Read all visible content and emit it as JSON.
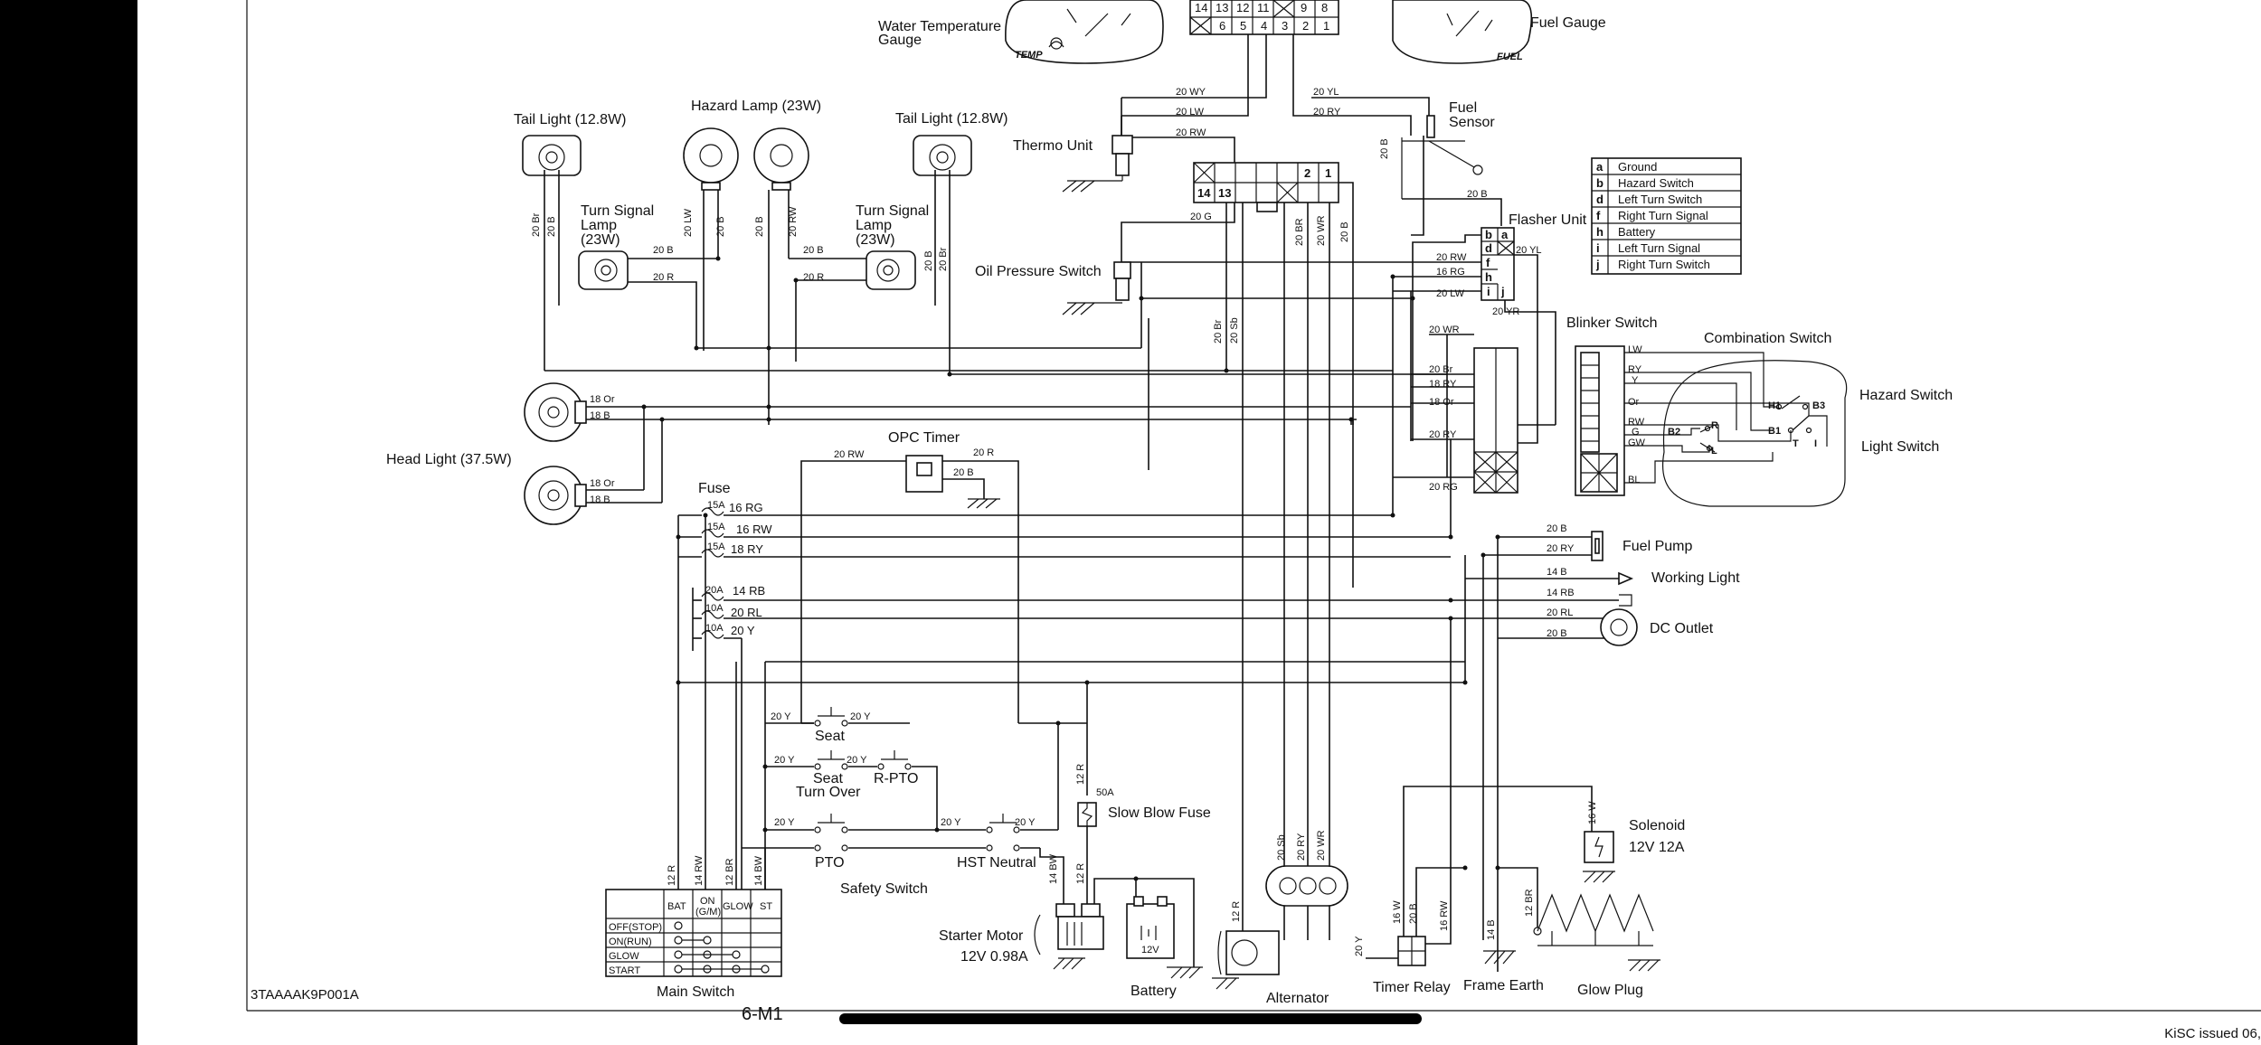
{
  "labels": {
    "water_temp_gauge_1": "Water Temperature",
    "water_temp_gauge_2": "Gauge",
    "fuel_gauge": "Fuel Gauge",
    "tail_light_left": "Tail Light (12.8W)",
    "hazard_lamp": "Hazard Lamp (23W)",
    "tail_light_right": "Tail Light (12.8W)",
    "thermo_unit": "Thermo Unit",
    "fuel_sensor_1": "Fuel",
    "fuel_sensor_2": "Sensor",
    "turn_lamp_left_1": "Turn Signal",
    "turn_lamp_left_2": "Lamp",
    "turn_lamp_left_3": "(23W)",
    "turn_lamp_right_1": "Turn Signal",
    "turn_lamp_right_2": "Lamp",
    "turn_lamp_right_3": "(23W)",
    "flasher_unit": "Flasher Unit",
    "oil_pressure_switch": "Oil Pressure Switch",
    "blinker_switch": "Blinker Switch",
    "combination_switch": "Combination Switch",
    "hazard_switch": "Hazard Switch",
    "light_switch": "Light Switch",
    "head_light": "Head Light (37.5W)",
    "opc_timer": "OPC Timer",
    "fuse": "Fuse",
    "fuel_pump": "Fuel Pump",
    "working_light": "Working Light",
    "dc_outlet": "DC Outlet",
    "seat": "Seat",
    "seat_turn_over_1": "Seat",
    "seat_turn_over_2": "Turn Over",
    "r_pto": "R-PTO",
    "pto": "PTO",
    "hst_neutral": "HST Neutral",
    "safety_switch": "Safety Switch",
    "slow_blow_fuse": "Slow Blow Fuse",
    "solenoid_1": "Solenoid",
    "solenoid_2": "12V 12A",
    "starter_motor_1": "Starter Motor",
    "starter_motor_2": "12V 0.98A",
    "battery": "Battery",
    "alternator": "Alternator",
    "timer_relay": "Timer Relay",
    "frame_earth": "Frame Earth",
    "glow_plug": "Glow Plug",
    "main_switch": "Main Switch",
    "battery_12v": "12V",
    "temp": "TEMP",
    "fuel": "FUEL",
    "fuse_50a": "50A"
  },
  "legend": [
    {
      "key": "a",
      "text": "Ground"
    },
    {
      "key": "b",
      "text": "Hazard Switch"
    },
    {
      "key": "d",
      "text": "Left Turn Switch"
    },
    {
      "key": "f",
      "text": "Right Turn Signal"
    },
    {
      "key": "h",
      "text": "Battery"
    },
    {
      "key": "i",
      "text": "Left Turn Signal"
    },
    {
      "key": "j",
      "text": "Right Turn Switch"
    }
  ],
  "connector_top": {
    "row1": [
      "14",
      "13",
      "12",
      "11",
      "",
      "9",
      "8"
    ],
    "row2": [
      "",
      "6",
      "5",
      "4",
      "3",
      "2",
      "1"
    ]
  },
  "main_switch_table": {
    "headers": [
      "BAT",
      "ON (G/M)",
      "GLOW",
      "ST"
    ],
    "on_top": "ON",
    "on_bottom": "(G/M)",
    "rows": [
      "OFF(STOP)",
      "ON(RUN)",
      "GLOW",
      "START"
    ]
  },
  "fuses": [
    {
      "rating": "15A",
      "wire": "16 RG"
    },
    {
      "rating": "15A",
      "wire": "16 RW"
    },
    {
      "rating": "15A",
      "wire": "18 RY"
    },
    {
      "rating": "20A",
      "wire": "14 RB"
    },
    {
      "rating": "10A",
      "wire": "20 RL"
    },
    {
      "rating": "10A",
      "wire": "20 Y"
    }
  ],
  "wires": {
    "wy": "20 WY",
    "lw_top": "20 LW",
    "rw_top": "20 RW",
    "yl_top": "20 YL",
    "ry_top": "20 RY",
    "b_fuel": "20 B",
    "b_fuel2": "20 B",
    "g": "20 G",
    "br_conn": "20 BR",
    "wr_conn": "20 WR",
    "b_conn": "20 B",
    "br_left": "20 Br",
    "b_left": "20 B",
    "lw_haz": "20 LW",
    "b_haz": "20 B",
    "b_haz2": "20 B",
    "rw_haz": "20 RW",
    "b_right": "20 B",
    "br_right": "20 Br",
    "b_turnl": "20 B",
    "r_turnl": "20 R",
    "b_turnr": "20 B",
    "r_turnr": "20 R",
    "rw_fl": "20 RW",
    "rg_fl": "16 RG",
    "lw_fl": "20 LW",
    "yl_fl": "20 YL",
    "yr_fl": "20 YR",
    "wr_bl": "20 WR",
    "br_bl": "20 Br",
    "ry_bl": "18 RY",
    "or_bl": "18 Or",
    "ry_bl2": "20 RY",
    "rg_bl": "20 RG",
    "br_mid": "20 Br",
    "sb_mid": "20 Sb",
    "or_h1": "18 Or",
    "b_h1": "18 B",
    "or_h2": "18 Or",
    "b_h2": "18 B",
    "rw_opc": "20 RW",
    "r_opc": "20 R",
    "b_opc": "20 B",
    "b_pump": "20 B",
    "ry_pump": "20 RY",
    "b_work": "14 B",
    "rb_work": "14 RB",
    "rl_dc": "20 RL",
    "b_dc": "20 B",
    "y_seat1": "20 Y",
    "y_seat2": "20 Y",
    "y_sto1": "20 Y",
    "y_sto2": "20 Y",
    "y_pto": "20 Y",
    "y_hst1": "20 Y",
    "y_hst2": "20 Y",
    "r_12": "12 R",
    "r_12b": "12 R",
    "r_12c": "12 R",
    "bw_14": "14 BW",
    "ms_r": "12 R",
    "ms_rw": "14 RW",
    "ms_br": "12 BR",
    "ms_bw": "14 BW",
    "sb_alt": "20 Sb",
    "ry_alt": "20 RY",
    "wr_alt": "20 WR",
    "y_tr": "20 Y",
    "w_tr": "16 W",
    "b_tr": "20 B",
    "rw_tr": "16 RW",
    "b_fe": "14 B",
    "br_gp": "12 BR",
    "w_sol": "16 W"
  },
  "blinker_pins": [
    "LW",
    "RY",
    "Y",
    "Or",
    "RW",
    "G",
    "GW",
    "BL"
  ],
  "combo_terms": [
    "H1",
    "B3",
    "B1",
    "T",
    "I",
    "B2",
    "R",
    "L"
  ],
  "flasher_pins": [
    "b",
    "a",
    "d",
    "f",
    "h",
    "i",
    "j"
  ],
  "conn_mid": [
    "14",
    "13",
    "2",
    "1"
  ],
  "doc_code": "3TAAAAK9P001A",
  "page_number": "6-M1",
  "issue_text": "KiSC issued 06,"
}
